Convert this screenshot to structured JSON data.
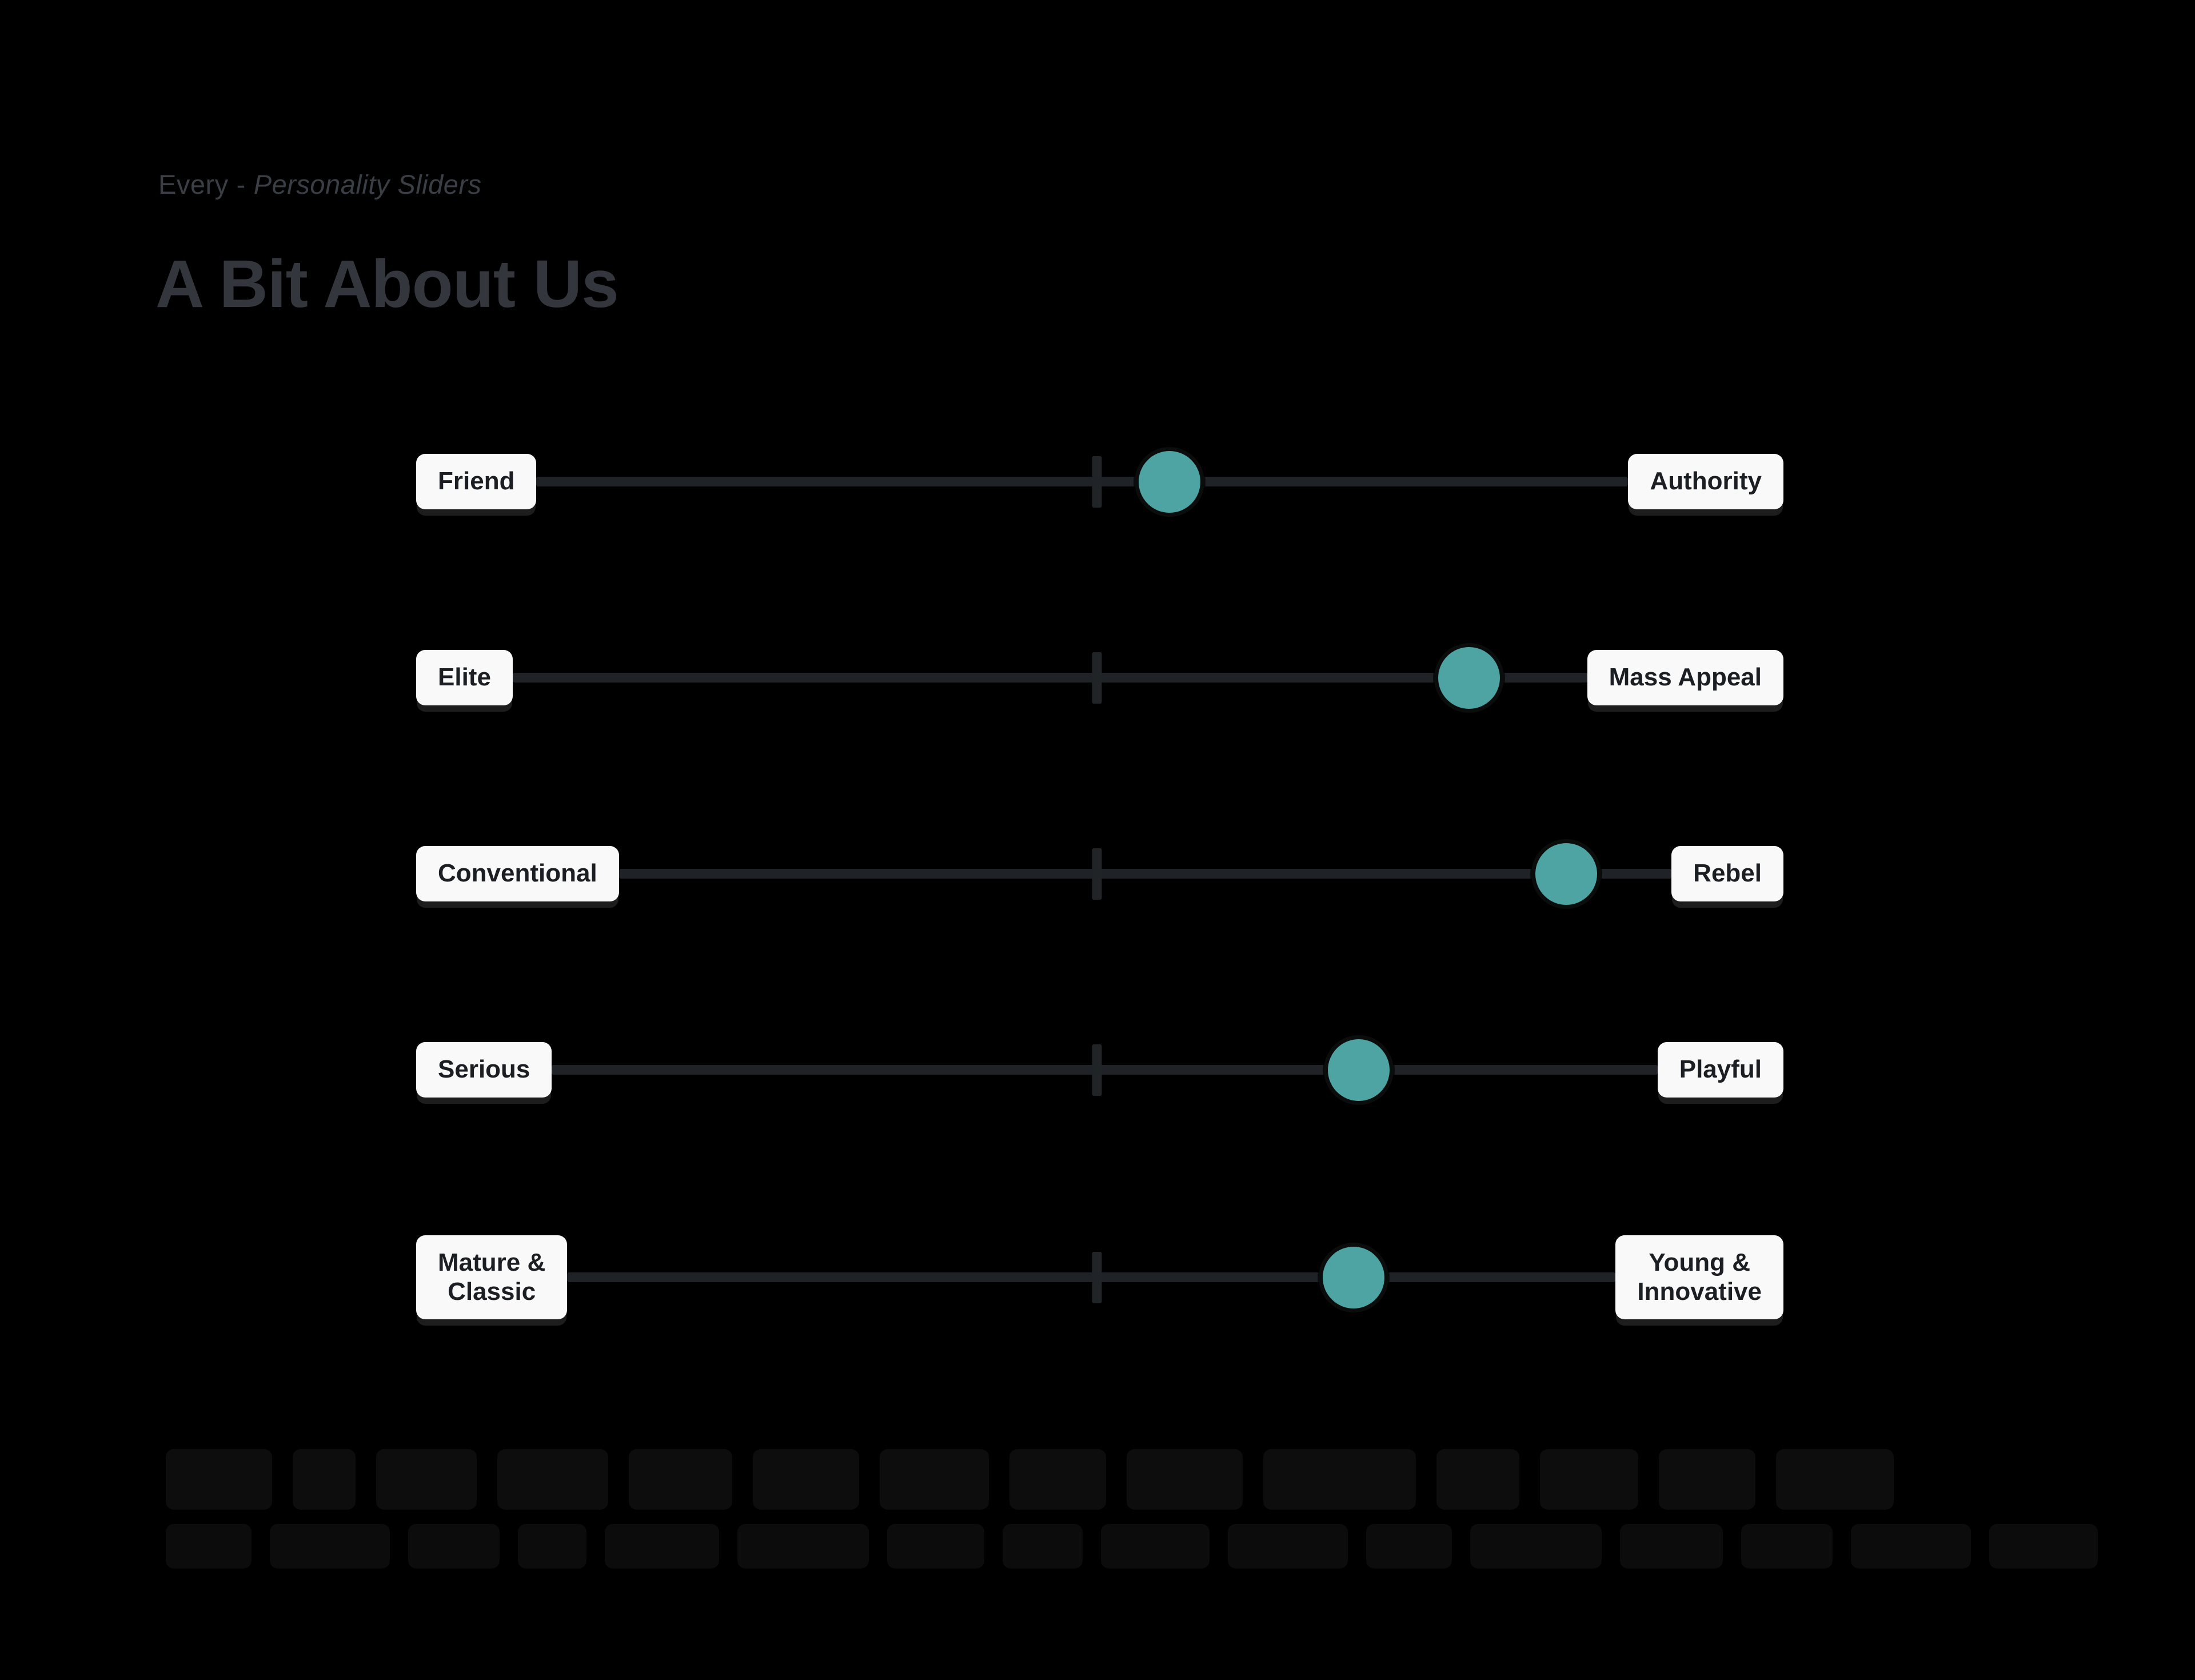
{
  "slide": {
    "kicker": {
      "prefix": "Every",
      "separator": "-",
      "emphasis": "Personality Sliders"
    },
    "title": "A Bit About Us"
  },
  "sliders": {
    "accent_color": "#4da4a3",
    "track_color": "#1f2226",
    "label_bg_color": "#f9f9f9",
    "rows": [
      {
        "left_lines": [
          "Friend"
        ],
        "right_lines": [
          "Authority"
        ],
        "value_pct": 58
      },
      {
        "left_lines": [
          "Elite"
        ],
        "right_lines": [
          "Mass Appeal"
        ],
        "value_pct": 89
      },
      {
        "left_lines": [
          "Conventional"
        ],
        "right_lines": [
          "Rebel"
        ],
        "value_pct": 90
      },
      {
        "left_lines": [
          "Serious"
        ],
        "right_lines": [
          "Playful"
        ],
        "value_pct": 73
      },
      {
        "left_lines": [
          "Mature &",
          "Classic"
        ],
        "right_lines": [
          "Young &",
          "Innovative"
        ],
        "value_pct": 75
      }
    ]
  }
}
